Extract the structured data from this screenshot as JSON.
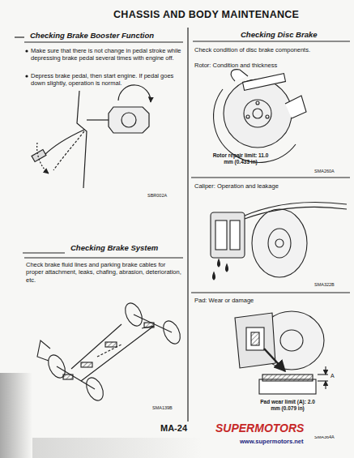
{
  "diagram": {
    "title": "CHASSIS AND BODY MAINTENANCE",
    "labels": [
      "Checking Brake Booster Function",
      "Make sure that there is not change in pedal stroke while depressing brake pedal several times with engine off.",
      "Depress brake pedal, then start engine. If pedal goes down slightly, operation is normal.",
      "SBR002A",
      "Checking Brake System",
      "Check brake fluid lines and parking brake cables for proper attachment, leaks, chafing, abrasion, deterioration, etc.",
      "SMA139B",
      "Checking Disc Brake",
      "Check condition of disc brake components.",
      "Rotor: Condition and thickness",
      "Rotor repair limit: 11.0 mm (0.433 in)",
      "SMA260A",
      "Caliper: Operation and leakage",
      "SMA322B",
      "Pad: Wear or damage",
      "A",
      "Pad wear limit (A): 2.0 mm (0.079 in)",
      "SMA364A",
      "MA-24",
      "SUPERMOTORS",
      "www.supermotors.net"
    ]
  }
}
